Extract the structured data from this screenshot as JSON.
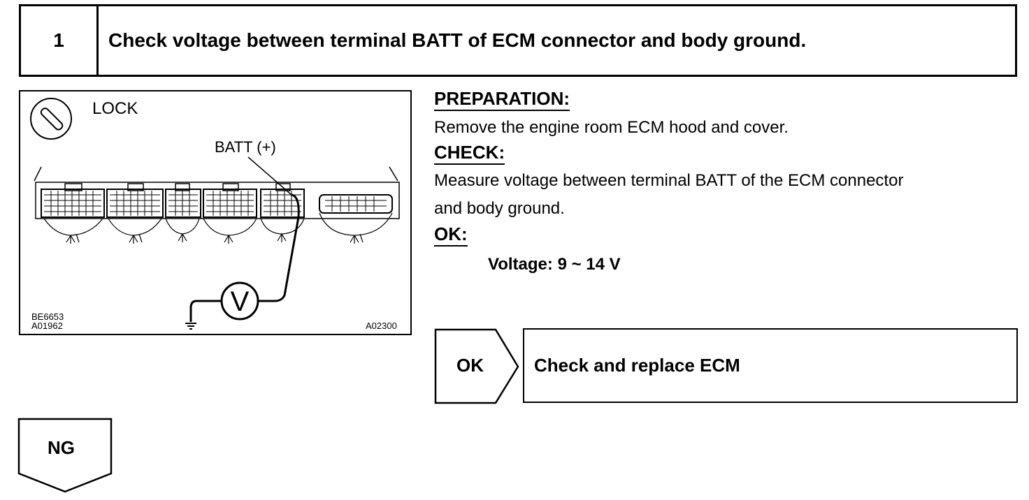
{
  "step": {
    "number": "1",
    "title": "Check voltage between terminal BATT of ECM connector and body ground."
  },
  "figure": {
    "lock_label": "LOCK",
    "batt_label": "BATT (+)",
    "meter_symbol": "V",
    "code_top_left": "BE6653",
    "code_bottom_left": "A01962",
    "code_bottom_right": "A02300"
  },
  "instructions": {
    "preparation_heading": "PREPARATION:",
    "preparation_text": "Remove the engine room ECM hood and cover.",
    "check_heading": "CHECK:",
    "check_text_line1": "Measure voltage between terminal BATT of the ECM connector",
    "check_text_line2": "and body ground.",
    "ok_heading": "OK:",
    "ok_spec": "Voltage: 9 ~ 14 V"
  },
  "results": {
    "ok_label": "OK",
    "ok_action": "Check and replace ECM",
    "ng_label": "NG"
  }
}
